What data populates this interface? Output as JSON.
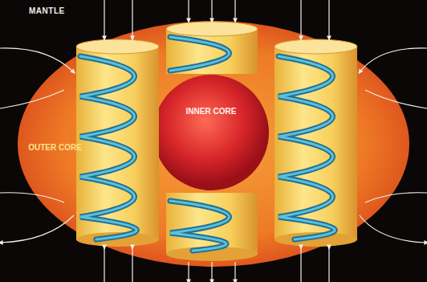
{
  "diagram": {
    "nodes": [
      {
        "text": [
          "OUTER CORE"
        ]
      },
      {
        "text": [
          "INNER CORE"
        ],
        "in": 0
      }
    ],
    "labels": [
      "MANTLE"
    ]
  }
}
